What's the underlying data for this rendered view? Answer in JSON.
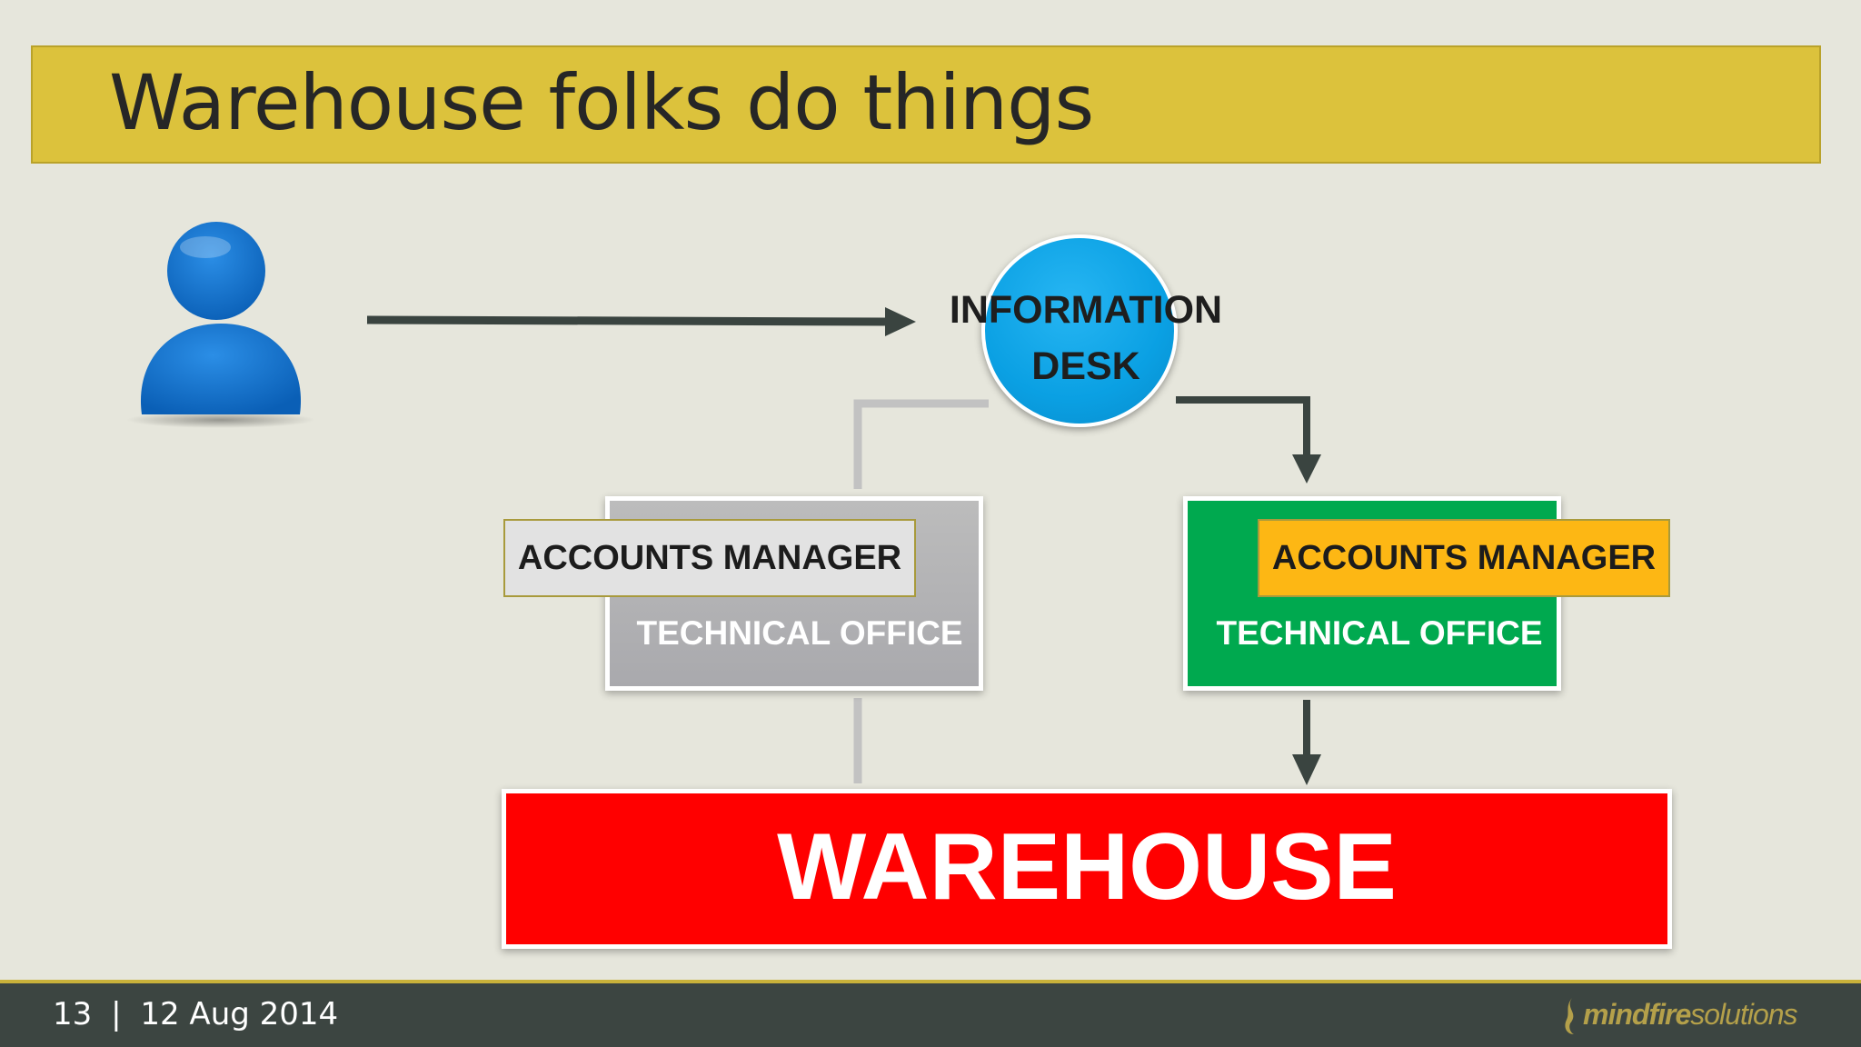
{
  "slide": {
    "title": "Warehouse folks do things"
  },
  "diagram": {
    "info_desk": {
      "line1": "INFORMATION",
      "line2": "DESK"
    },
    "left_unit": {
      "accounts": "ACCOUNTS MANAGER",
      "office": "TECHNICAL OFFICE"
    },
    "right_unit": {
      "accounts": "ACCOUNTS MANAGER",
      "office": "TECHNICAL OFFICE"
    },
    "warehouse": "WAREHOUSE"
  },
  "footer": {
    "page": "13",
    "separator": "|",
    "date": "12 Aug 2014",
    "logo_bold": "mindfire",
    "logo_light": "solutions"
  },
  "colors": {
    "title_bar": "#dcc23c",
    "info_desk": "#0aa0e3",
    "office_gray": "#b0b0b4",
    "office_green": "#00a94f",
    "accounts_highlight": "#fdb714",
    "warehouse": "#ff0000",
    "footer": "#3c4541",
    "person": "#0a6ec8"
  }
}
